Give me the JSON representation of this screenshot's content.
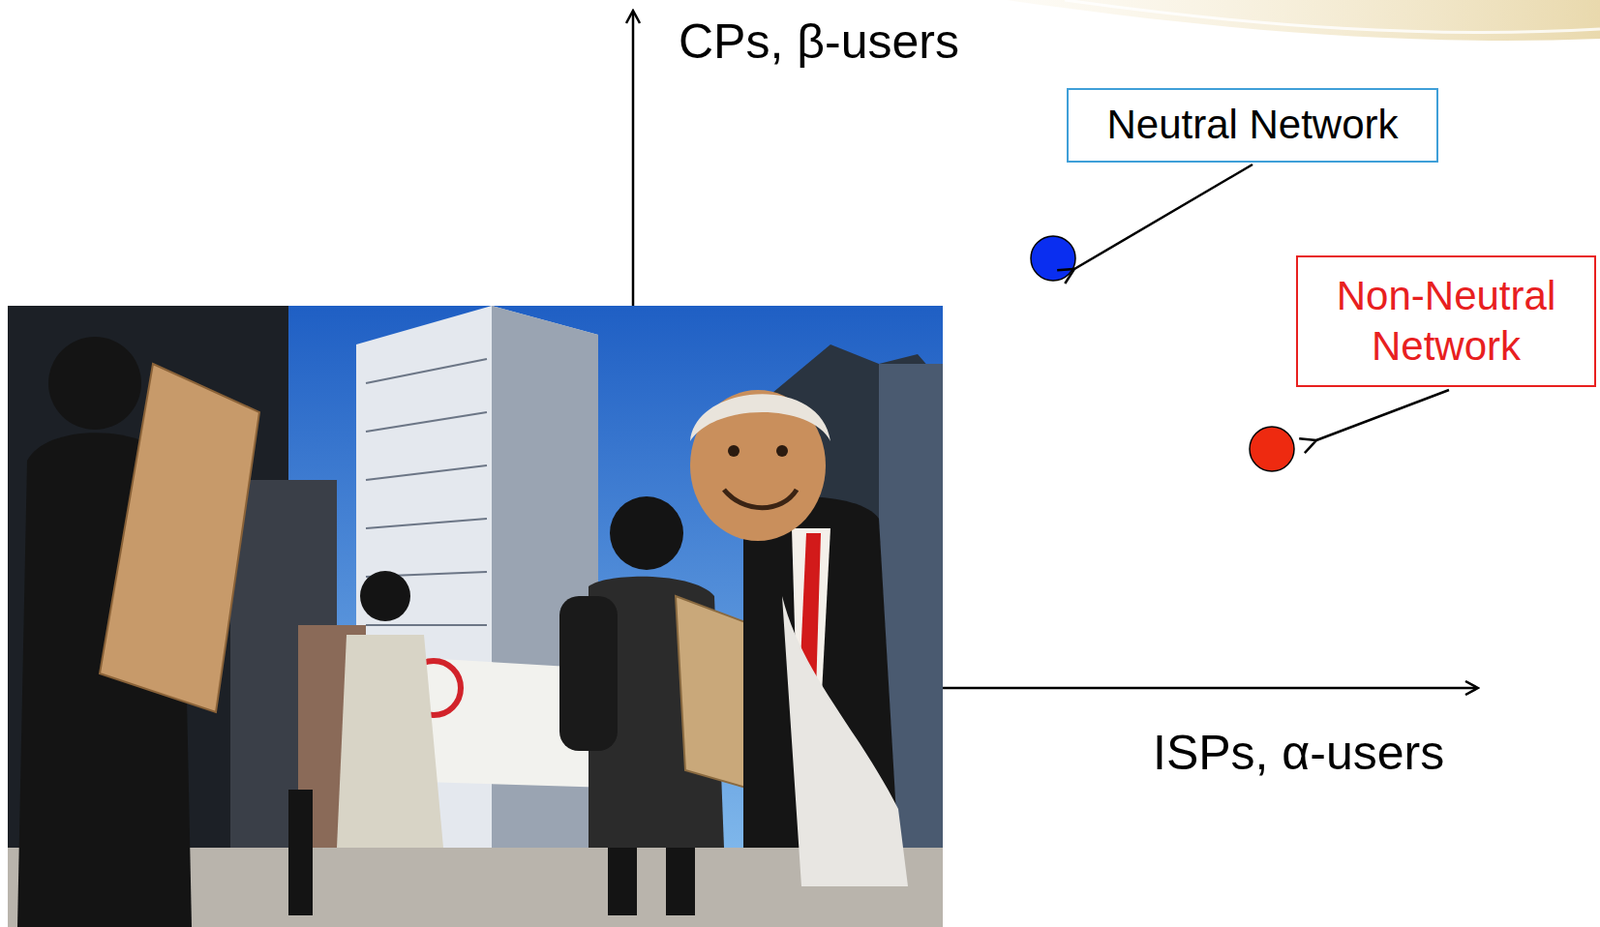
{
  "diagram": {
    "nodes": [
      {
        "text": [
          "Neutral Network"
        ]
      },
      {
        "text": [
          "Non-Neutral Network"
        ]
      }
    ],
    "labels": [
      "CPs, β-users",
      "ISPs, α-users"
    ]
  }
}
